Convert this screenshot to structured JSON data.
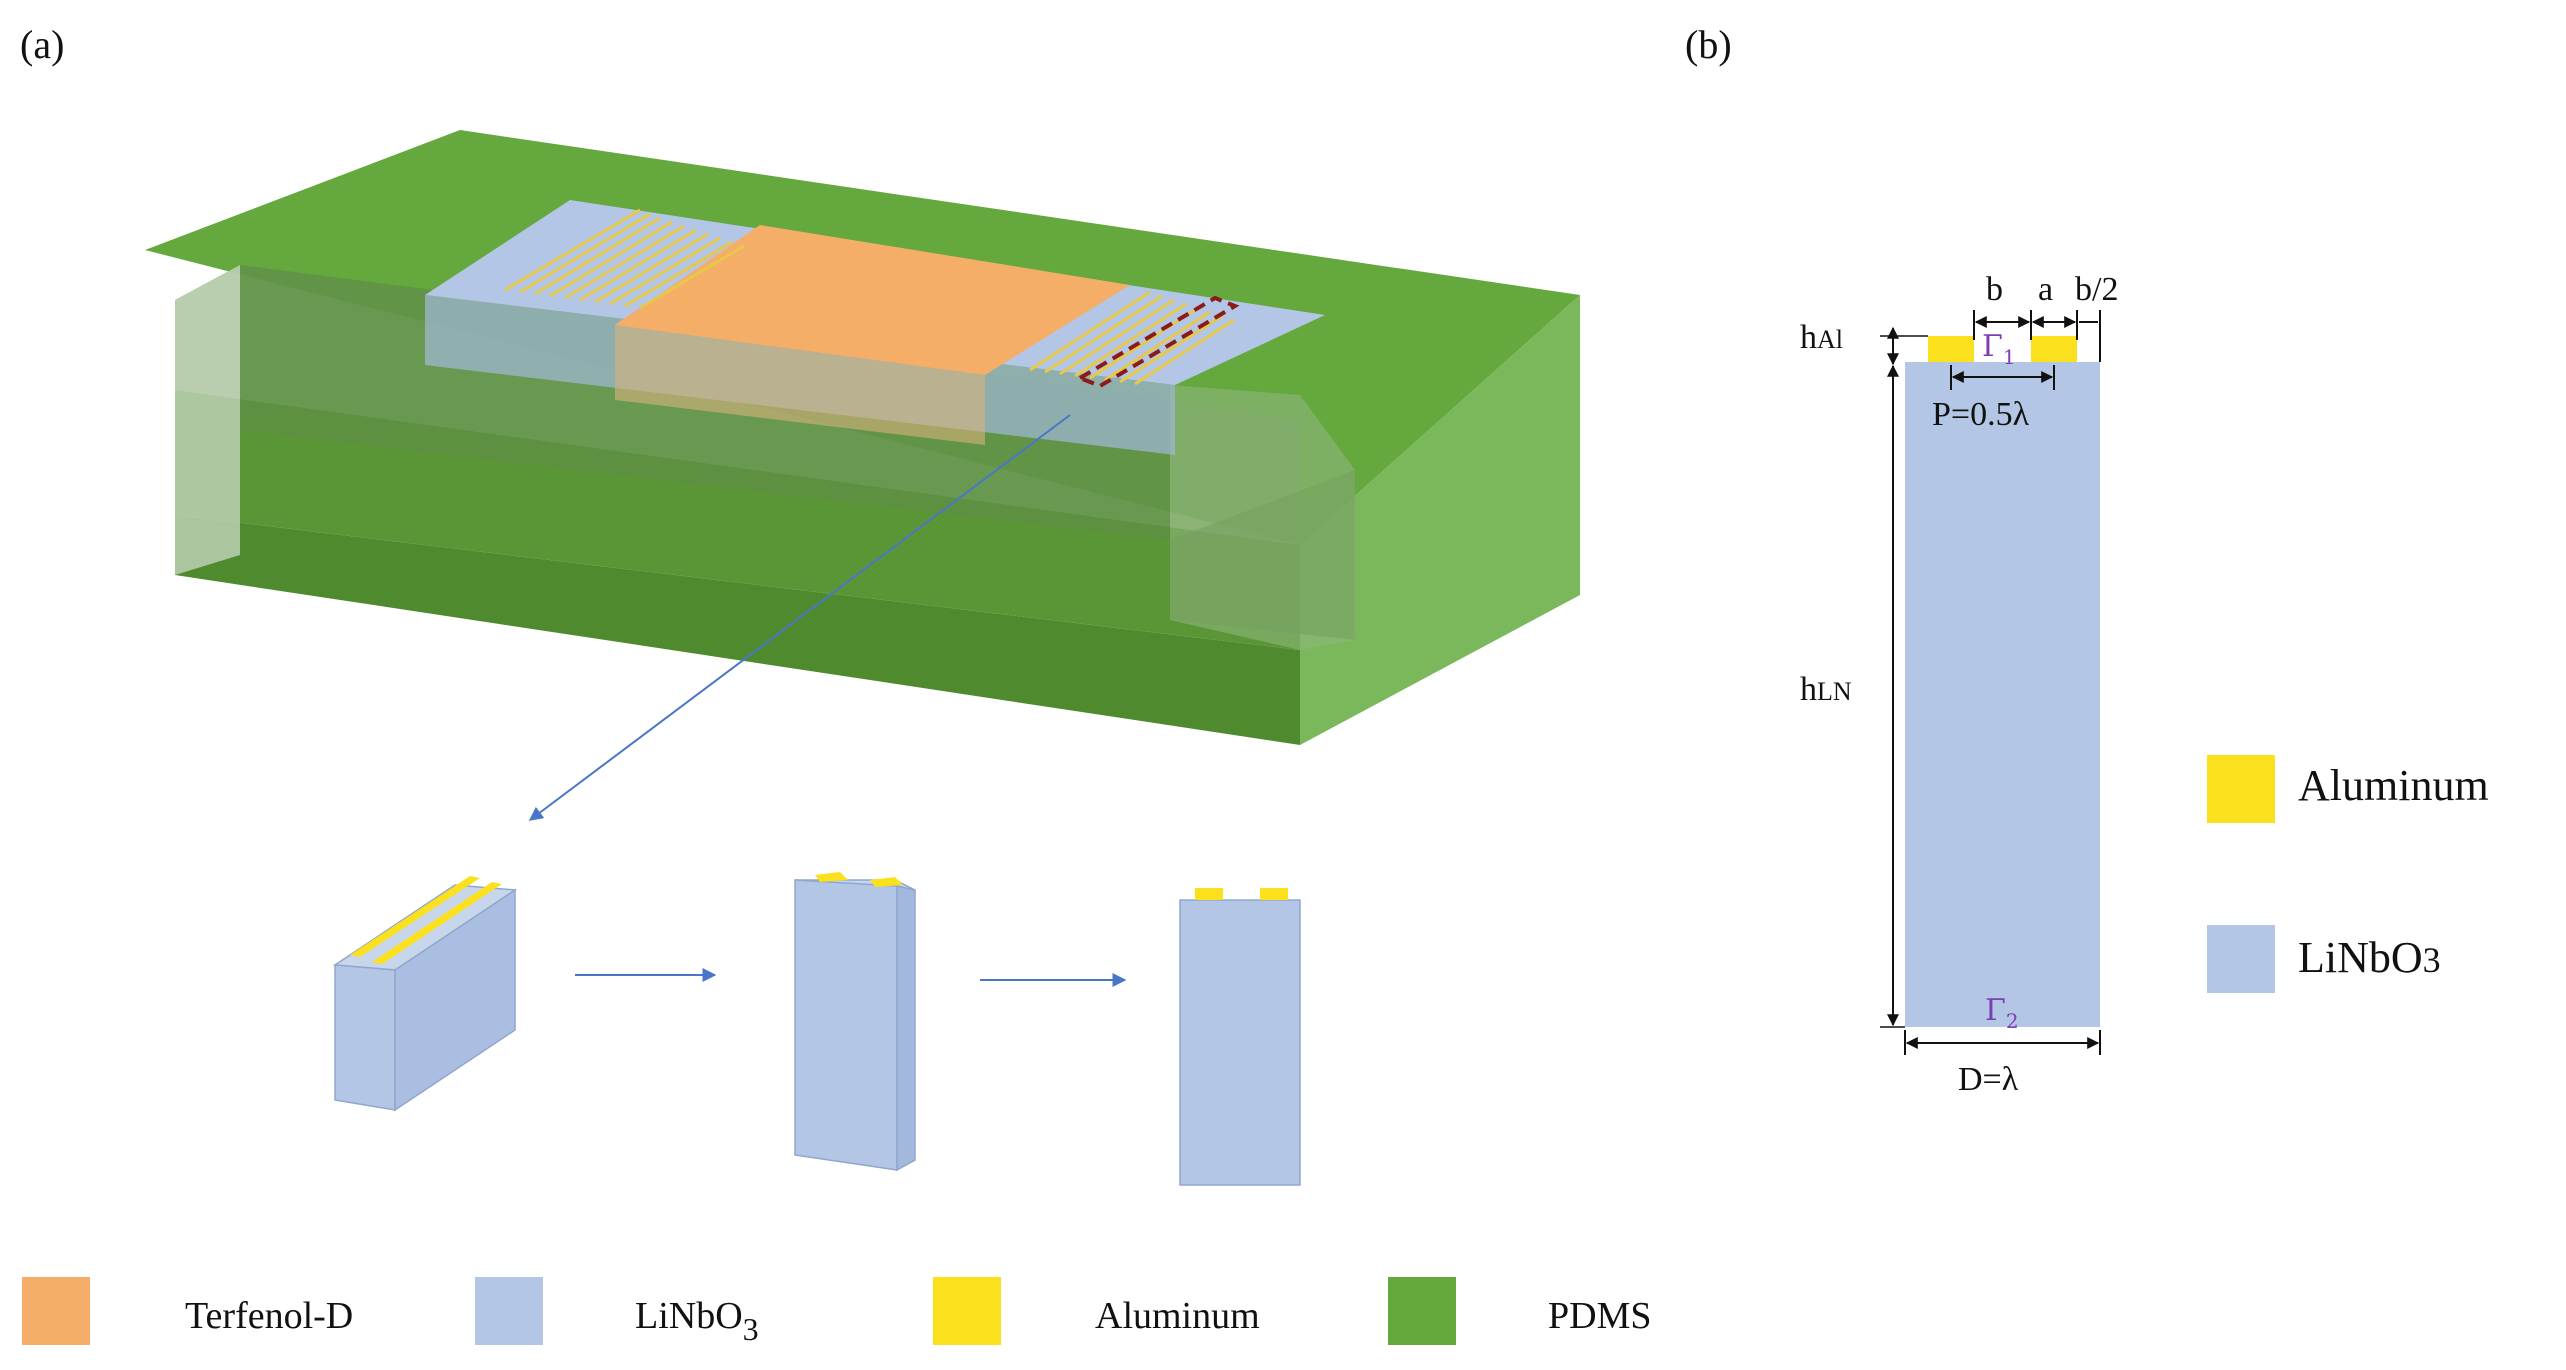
{
  "panels": {
    "a": "(a)",
    "b": "(b)"
  },
  "colors": {
    "terfenol": "#F5AE68",
    "linbo3": "#B3C6E5",
    "aluminum": "#FBE11D",
    "pdms_top": "#64A83E",
    "pdms_side": "#7AB85B",
    "pdms_front": "#4F8B2E"
  },
  "legend_a": [
    {
      "name": "Terfenol-D",
      "color": "#F5AE68"
    },
    {
      "name": "LiNbO",
      "sub": "3",
      "color": "#B3C6E5"
    },
    {
      "name": "Aluminum",
      "color": "#FBE11D"
    },
    {
      "name": "PDMS",
      "color": "#64A83E"
    }
  ],
  "legend_b": [
    {
      "name": "Aluminum",
      "color": "#FBE11D"
    },
    {
      "name": "LiNbO",
      "sub": "3",
      "color": "#B3C6E5"
    }
  ],
  "dims": {
    "b": "b",
    "a": "a",
    "b_half": "b/2",
    "h_al_main": "h",
    "h_al_sub": "Al",
    "h_ln_main": "h",
    "h_ln_sub": "LN",
    "pitch": "P=0.5λ",
    "width": "D=λ",
    "gamma1_main": "Γ",
    "gamma1_sub": "1",
    "gamma2_main": "Γ",
    "gamma2_sub": "2"
  }
}
